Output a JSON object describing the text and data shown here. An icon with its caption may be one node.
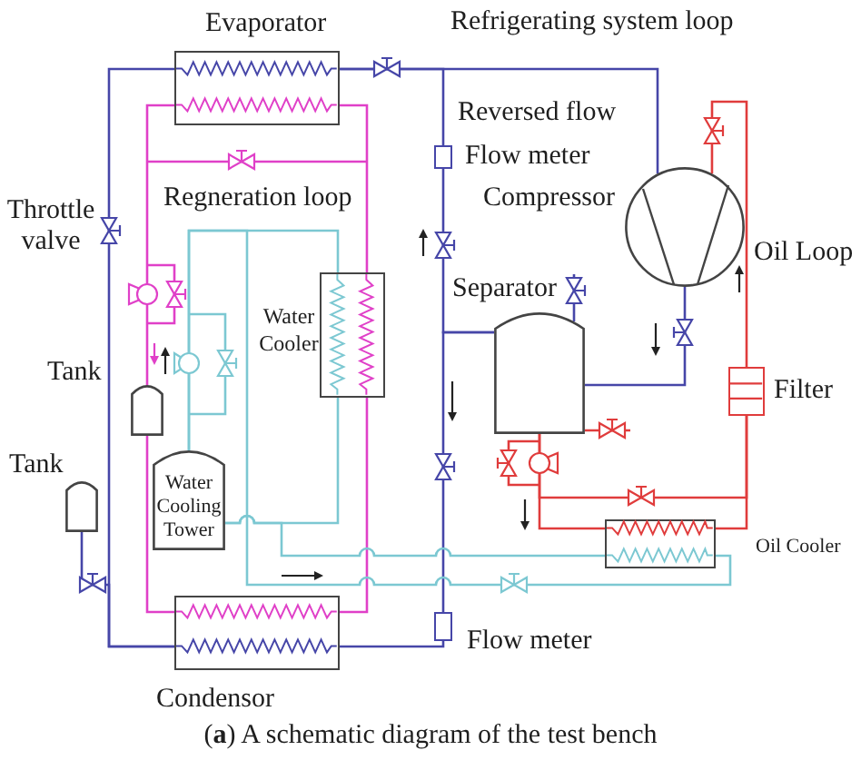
{
  "diagram": {
    "caption": "(**a**) A schematic diagram of the test bench",
    "nodes": [
      {
        "text": [
          "Evaporator"
        ]
      },
      {
        "text": [
          "Flow meter"
        ],
        "beside": [
          "Reversed flow"
        ]
      },
      {
        "text": [
          "Compressor"
        ]
      },
      {
        "text": [
          "Water Cooler"
        ]
      },
      {
        "text": [
          "Separator"
        ]
      },
      {
        "text": [
          "Tank"
        ]
      },
      {
        "text": [
          "Filter"
        ]
      },
      {
        "text": [
          "Tank"
        ]
      },
      {
        "text": [
          "Water Cooling Tower"
        ]
      },
      {
        "text": [
          "Oil Cooler"
        ]
      },
      {
        "text": [
          "Flow meter"
        ]
      },
      {
        "text": [
          "Condensor"
        ]
      }
    ],
    "edges": [
      {
        "from": 0,
        "to": 2,
        "arrow": "none"
      },
      {
        "from": 1,
        "to": 0,
        "arrow": "none"
      },
      {
        "from": 4,
        "to": 1,
        "arrow": "none"
      },
      {
        "from": 2,
        "to": 4,
        "arrow": "none"
      },
      {
        "from": 4,
        "to": 10,
        "arrow": "none"
      },
      {
        "from": 10,
        "to": 11,
        "arrow": "none"
      },
      {
        "from": 11,
        "to": 0,
        "arrow": "none"
      },
      {
        "from": 7,
        "to": 11,
        "arrow": "none"
      },
      {
        "from": 0,
        "to": 5,
        "arrow": "none",
        "color": "#e040c8"
      },
      {
        "from": 5,
        "to": 11,
        "arrow": "none",
        "color": "#e040c8"
      },
      {
        "from": 0,
        "to": 3,
        "arrow": "none",
        "color": "#e040c8"
      },
      {
        "from": 3,
        "to": 11,
        "arrow": "none",
        "color": "#e040c8"
      },
      {
        "from": 3,
        "to": 8,
        "arrow": "none",
        "color": "#7cc8d2"
      },
      {
        "from": 8,
        "to": 3,
        "arrow": "none",
        "color": "#7cc8d2"
      },
      {
        "from": 8,
        "to": 9,
        "arrow": "none",
        "color": "#7cc8d2"
      },
      {
        "from": 9,
        "to": 8,
        "arrow": "none",
        "color": "#7cc8d2"
      },
      {
        "from": 2,
        "to": 6,
        "arrow": "none",
        "color": "#e03c3c"
      },
      {
        "from": 6,
        "to": 9,
        "arrow": "none",
        "color": "#e03c3c"
      },
      {
        "from": 9,
        "to": 4,
        "arrow": "none",
        "color": "#e03c3c"
      },
      {
        "from": 6,
        "to": 4,
        "arrow": "none",
        "color": "#e03c3c"
      }
    ],
    "labels": [
      "Refrigerating system loop",
      "Throttle valve",
      "Regneration loop",
      "Oil Loop"
    ]
  }
}
